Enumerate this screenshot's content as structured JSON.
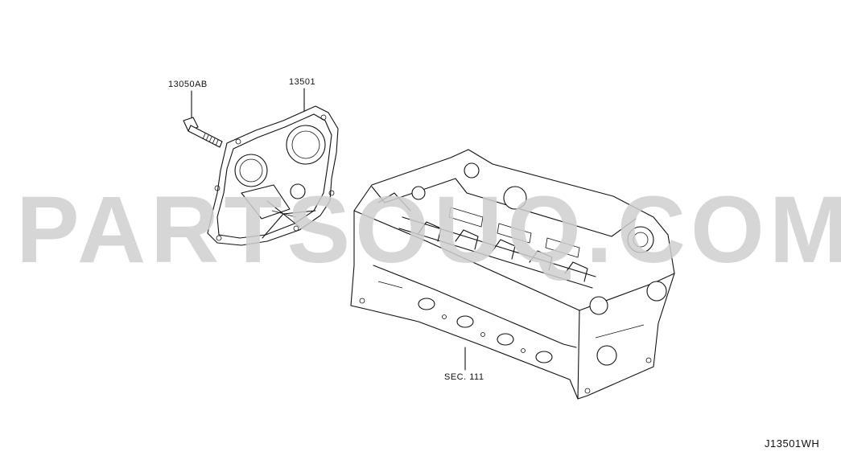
{
  "watermark": {
    "text": "PARTSOUQ.COM"
  },
  "callouts": {
    "bolt": "13050AB",
    "cover": "13501",
    "section": "SEC. 111"
  },
  "diagram_code": "J13501WH"
}
